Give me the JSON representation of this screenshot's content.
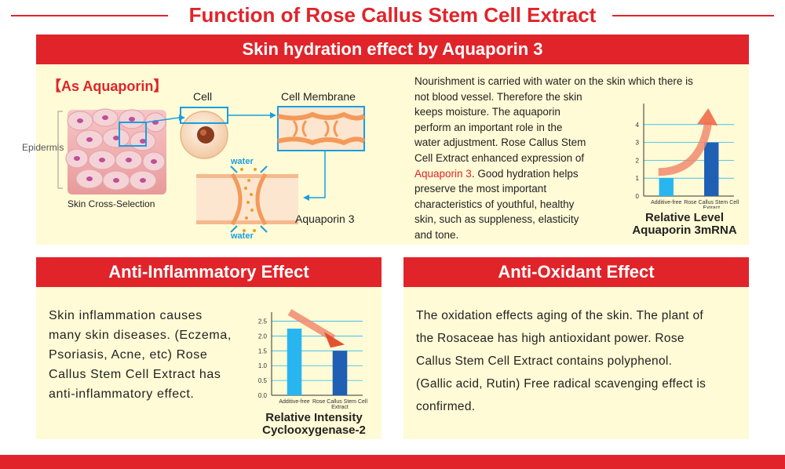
{
  "main_title": "Function of Rose Callus Stem Cell Extract",
  "hydration": {
    "header": "Skin hydration effect by Aquaporin 3",
    "as_aquaporin": "【As Aquaporin】",
    "labels": {
      "cell": "Cell",
      "cell_membrane": "Cell Membrane",
      "epidermis": "Epidermis",
      "skin_cross": "Skin Cross-Selection",
      "water_top": "water",
      "water_bottom": "water",
      "aquaporin3": "Aquaporin 3"
    },
    "text_before": "Nourishment is carried with water on the skin which there is not blood vessel. Therefore the skin keeps moisture. The aquaporin perform an important role in the water adjustment. Rose Callus Stem Cell Extract enhanced expression of",
    "text_highlight": "Aquaporin 3",
    "text_after": ". Good hydration helps preserve the most important characteristics of youthful, healthy skin, such as suppleness, elasticity and tone.",
    "text_lines": [
      "Nourishment is carried with water on the skin which there is",
      "not blood vessel. Therefore the skin",
      "keeps moisture. The aquaporin",
      "perform an important role in the",
      "water adjustment. Rose Callus Stem",
      "Cell Extract enhanced expression of"
    ],
    "text_line_hl_rest": ". Good hydration helps",
    "text_lines_after": [
      "preserve the most important",
      "characteristics of youthful, healthy",
      "skin, such as suppleness, elasticity",
      "and tone."
    ]
  },
  "inflammatory": {
    "header": "Anti-Inflammatory Effect",
    "text_lines": [
      "Skin inflammation causes",
      "many skin diseases. (Eczema,",
      "Psoriasis, Acne, etc) Rose",
      "Callus Stem Cell Extract has",
      "anti-inflammatory effect."
    ]
  },
  "oxidant": {
    "header": "Anti-Oxidant Effect",
    "text_lines": [
      "The oxidation effects aging of the skin. The plant of",
      "the Rosaceae has high antioxidant power. Rose",
      "Callus Stem Cell Extract contains polyphenol.",
      "(Gallic acid, Rutin) Free radical scavenging effect is",
      "confirmed."
    ]
  },
  "chart_data": [
    {
      "type": "bar",
      "categories": [
        "Additive-free",
        "Rose Callus Stem Cell Extract"
      ],
      "values": [
        1.0,
        3.0
      ],
      "ylim": [
        0,
        5
      ],
      "yticks": [
        "0",
        "1",
        "2",
        "3",
        "4"
      ],
      "title_lines": [
        "Relative Level",
        "Aquaporin 3mRNA"
      ],
      "trend": "up",
      "colors": [
        "#29b6f0",
        "#1f5fb4"
      ]
    },
    {
      "type": "bar",
      "categories": [
        "Additive-free",
        "Rose Callus Stem Cell Extract"
      ],
      "values": [
        2.25,
        1.5
      ],
      "ylim": [
        0,
        2.7
      ],
      "yticks": [
        "0.0",
        "0.5",
        "1.0",
        "1.5",
        "2.0",
        "2.5"
      ],
      "title_lines": [
        "Relative Intensity",
        "Cyclooxygenase-2"
      ],
      "trend": "down",
      "colors": [
        "#29b6f0",
        "#1f5fb4"
      ]
    }
  ]
}
